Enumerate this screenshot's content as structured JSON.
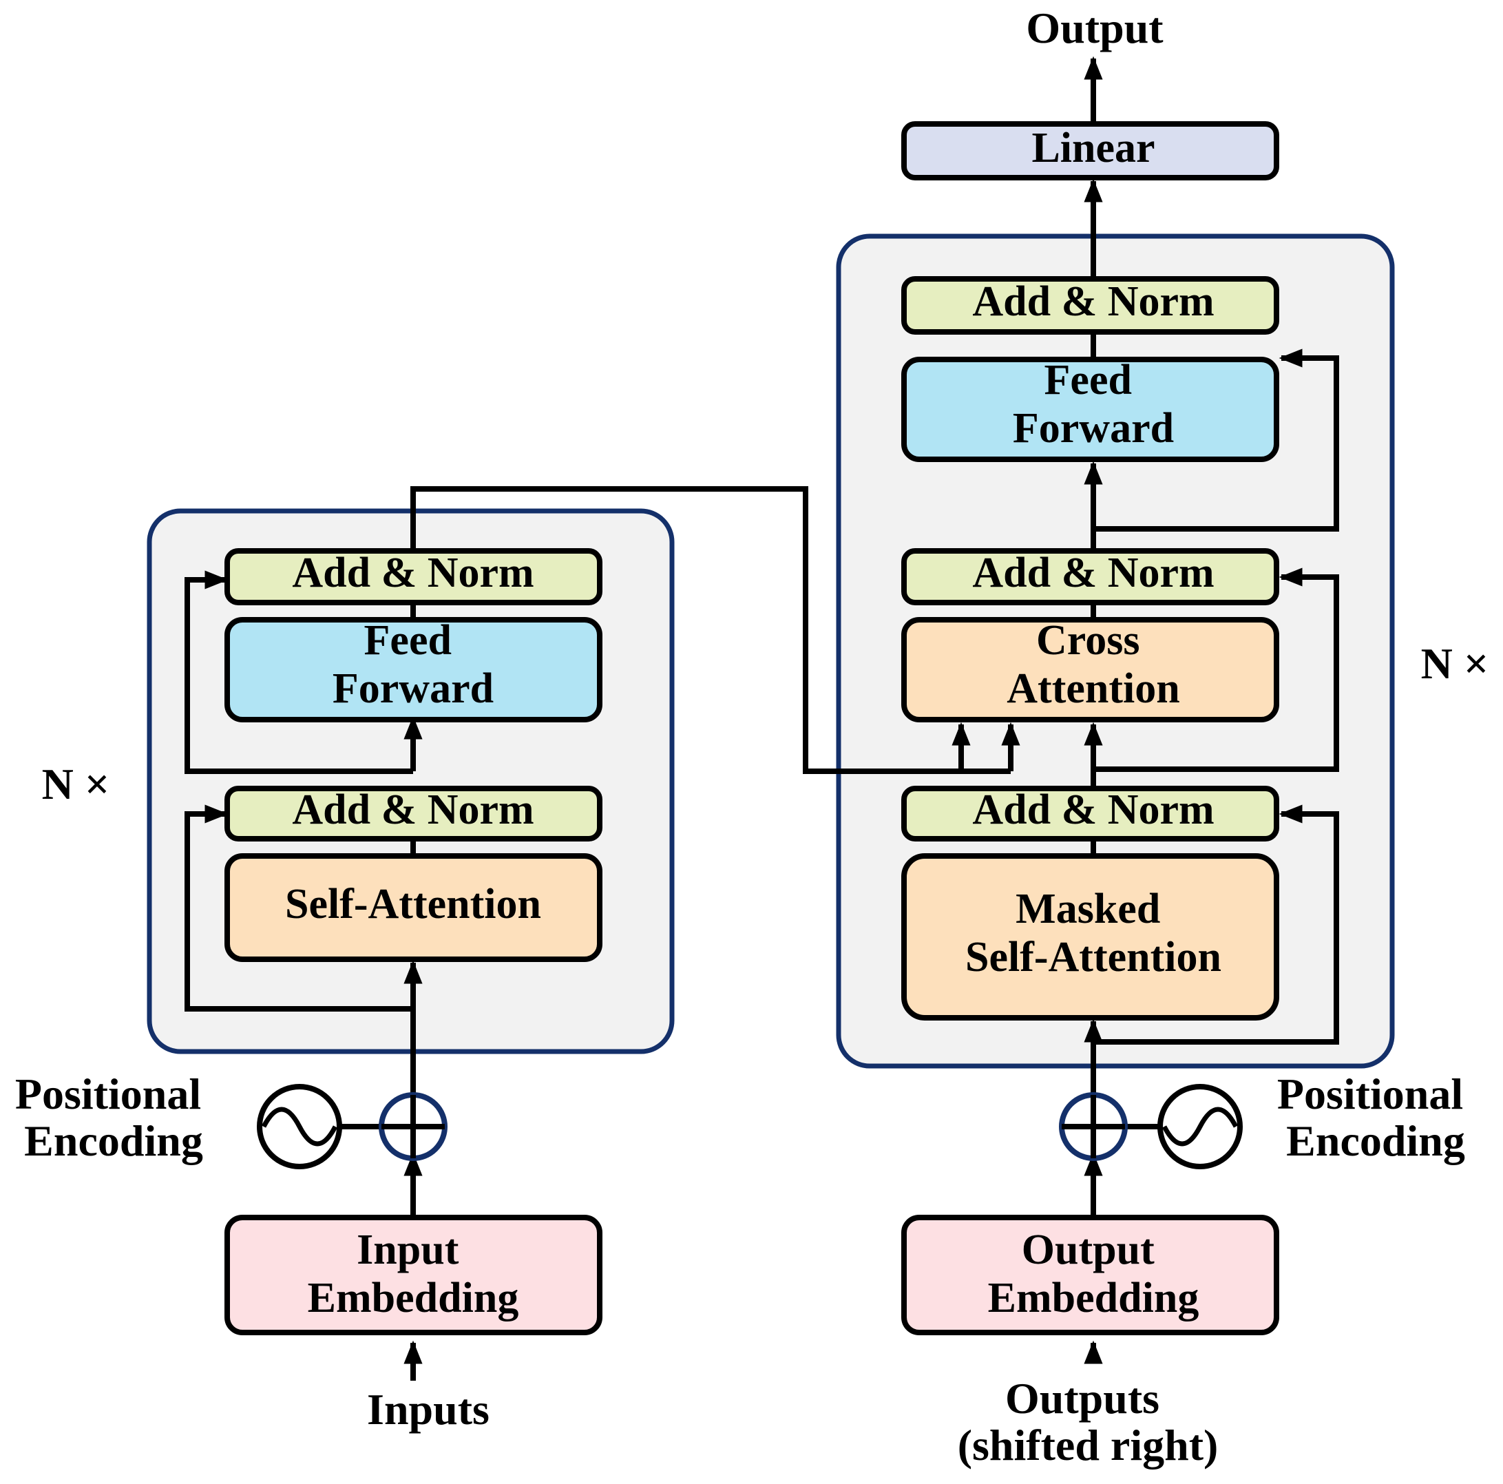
{
  "encoder": {
    "repeat_label": "N ×",
    "add_norm_top": "Add & Norm",
    "feed_forward": [
      "Feed",
      "Forward"
    ],
    "add_norm_bottom": "Add & Norm",
    "self_attention": "Self-Attention",
    "positional_encoding": [
      "Positional",
      "Encoding"
    ],
    "input_embedding": [
      "Input",
      "Embedding"
    ],
    "inputs_label": "Inputs"
  },
  "decoder": {
    "repeat_label": "N ×",
    "output_label": "Output",
    "linear": "Linear",
    "add_norm_top": "Add & Norm",
    "feed_forward": [
      "Feed",
      "Forward"
    ],
    "add_norm_middle": "Add & Norm",
    "cross_attention": [
      "Cross",
      "Attention"
    ],
    "add_norm_bottom": "Add & Norm",
    "masked_self_attention": [
      "Masked",
      "Self-Attention"
    ],
    "positional_encoding": [
      "Positional",
      "Encoding"
    ],
    "output_embedding": [
      "Output",
      "Embedding"
    ],
    "outputs_label": [
      "Outputs",
      "(shifted right)"
    ]
  },
  "colors": {
    "add_norm": "#e6eec0",
    "feed_forward": "#b1e4f4",
    "attention": "#fde0bc",
    "embedding": "#fde0e3",
    "linear": "#d9def0",
    "stack_background": "#f2f2f2",
    "stack_border": "#14306a"
  }
}
